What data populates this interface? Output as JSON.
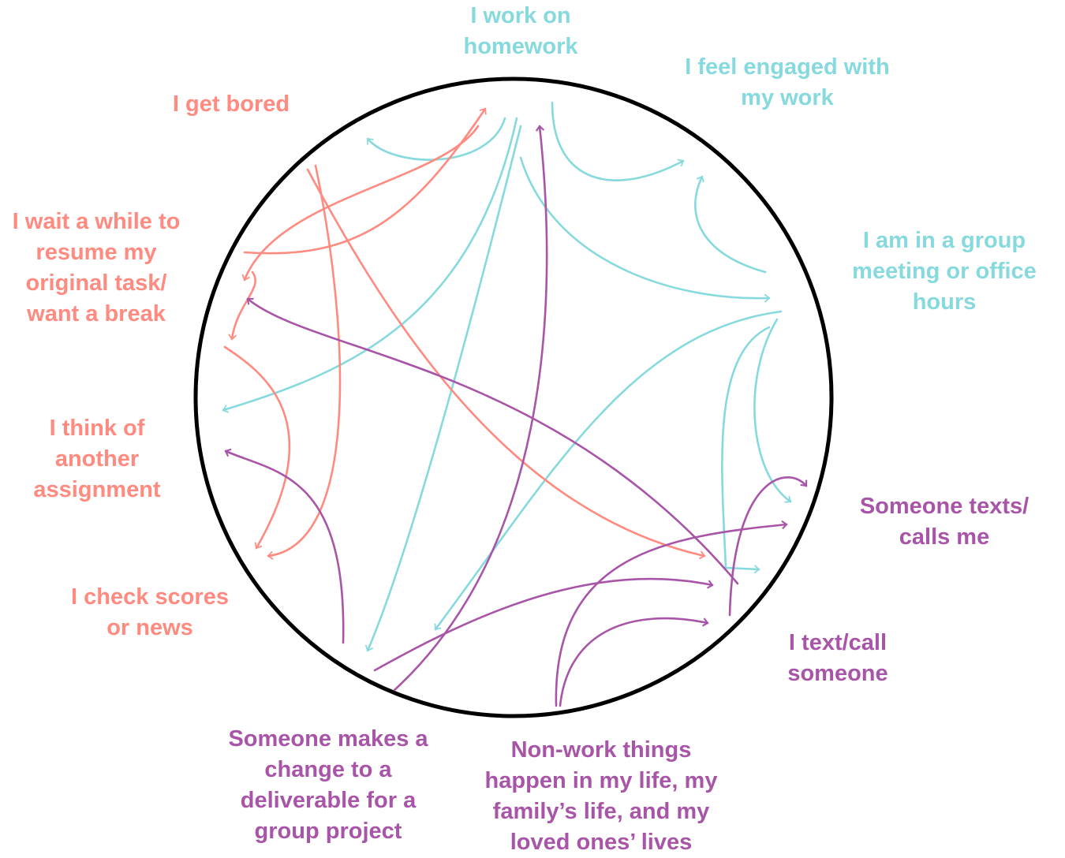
{
  "colors": {
    "teal": "#86d9dd",
    "salmon": "#ff8a80",
    "purple": "#a855a8",
    "circle": "#000000"
  },
  "labels": {
    "homework": [
      "I work on",
      "homework"
    ],
    "engaged": [
      "I feel engaged with",
      "my work"
    ],
    "meeting": [
      "I am in a group",
      "meeting or office",
      "hours"
    ],
    "texts_me": [
      "Someone texts/",
      "calls me"
    ],
    "text_call": [
      "I text/call",
      "someone"
    ],
    "nonwork": [
      "Non-work things",
      "happen in my life, my",
      "family’s life, and my",
      "loved ones’ lives"
    ],
    "deliverable": [
      "Someone makes a",
      "change to a",
      "deliverable for a",
      "group project"
    ],
    "scores": [
      "I check scores",
      "or news"
    ],
    "another": [
      "I think of",
      "another",
      "assignment"
    ],
    "wait": [
      "I wait a while to",
      "resume my",
      "original task/",
      "want a break"
    ],
    "bored": [
      "I get bored"
    ]
  }
}
